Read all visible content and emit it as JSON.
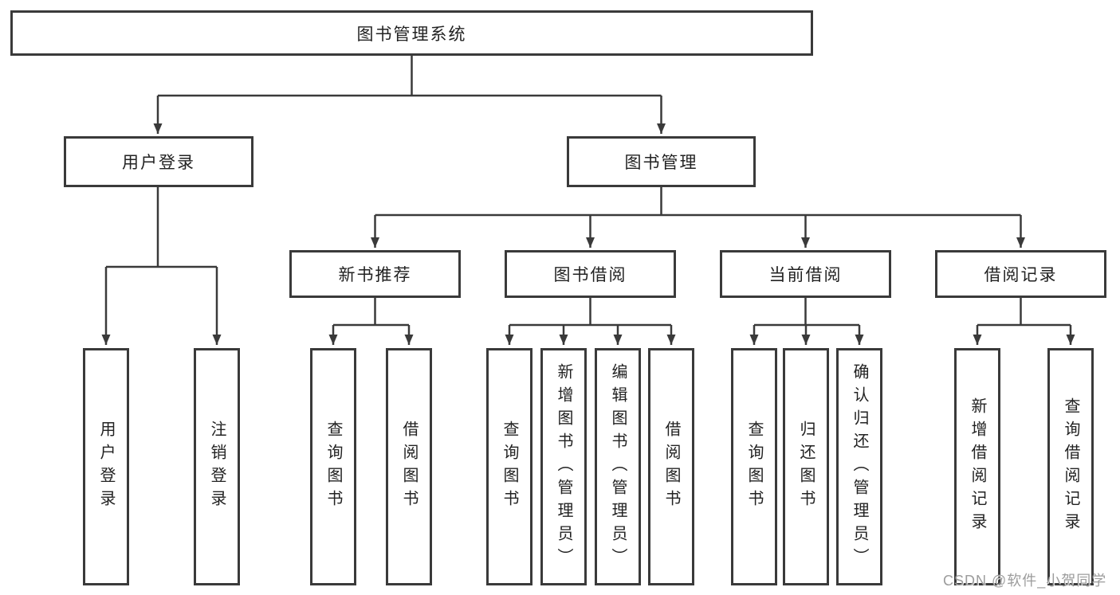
{
  "nodes": {
    "root": "图书管理系统",
    "level2": [
      "用户登录",
      "图书管理"
    ],
    "level3": [
      "新书推荐",
      "图书借阅",
      "当前借阅",
      "借阅记录"
    ],
    "leaves": {
      "user_login": [
        "用户登录",
        "注销登录"
      ],
      "new_book": [
        "查询图书",
        "借阅图书"
      ],
      "book_borrow": [
        "查询图书",
        "新增图书（管理员）",
        "编辑图书（管理员）",
        "借阅图书"
      ],
      "current_borrow": [
        "查询图书",
        "归还图书",
        "确认归还（管理员）"
      ],
      "records": [
        "新增借阅记录",
        "查询借阅记录"
      ]
    }
  },
  "watermark": {
    "text": "CSDN @软件_小贺同学"
  },
  "colors": {
    "line": "#3a3a3a",
    "box_border": "#3a3a3a",
    "text": "#222222",
    "background": "#ffffff",
    "watermark": "#9c9c9c"
  }
}
